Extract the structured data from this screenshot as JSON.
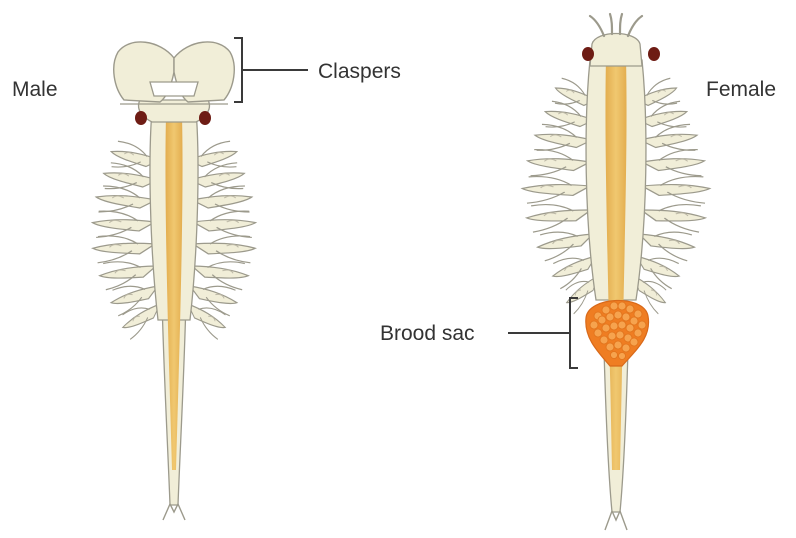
{
  "labels": {
    "male": "Male",
    "female": "Female",
    "claspers": "Claspers",
    "brood_sac": "Brood sac"
  },
  "colors": {
    "body_fill": "#f1eed8",
    "body_stroke": "#9c9a8c",
    "gut": "#e8b95c",
    "eye": "#6e1c14",
    "egg_mass": "#ef7d22",
    "egg": "#f6a34e",
    "bracket": "#3a3a3a"
  }
}
